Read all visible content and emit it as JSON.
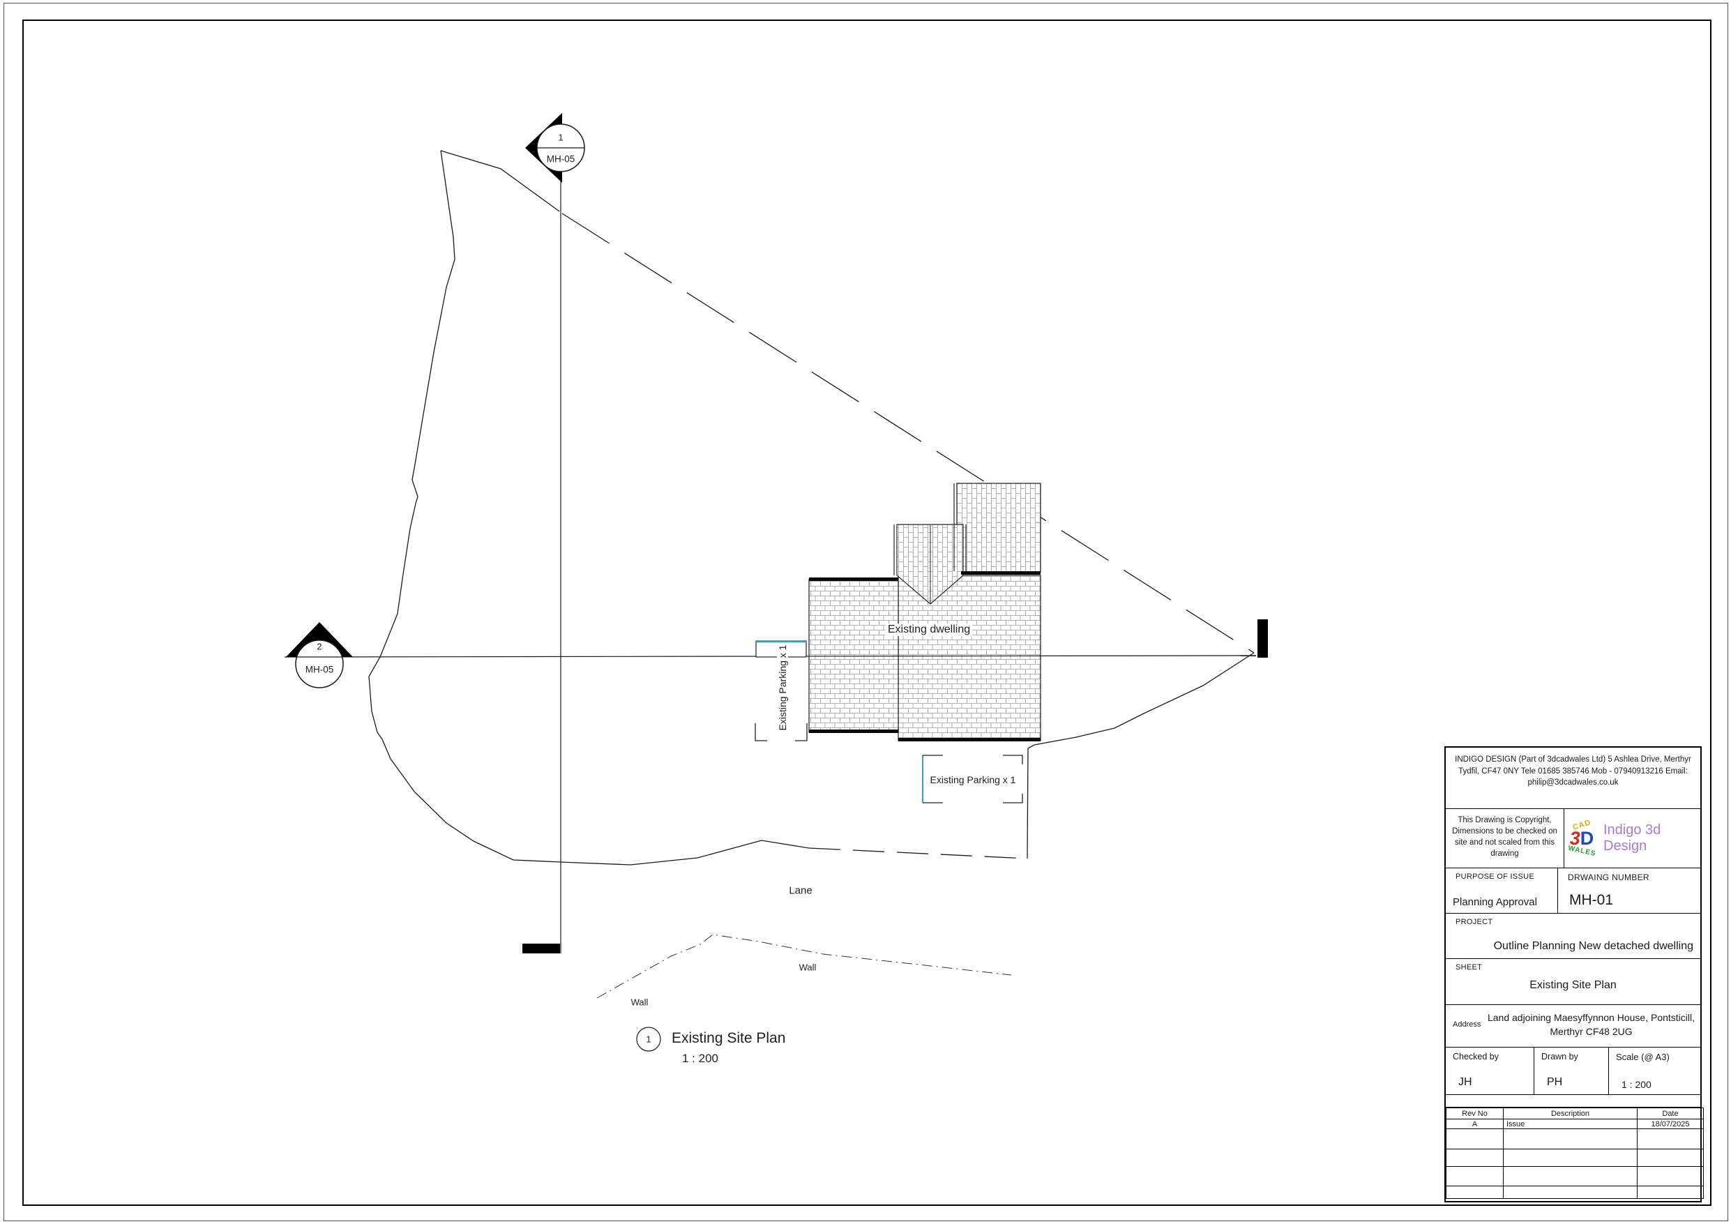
{
  "plan": {
    "view_title": {
      "number": "1",
      "name": "Existing Site Plan",
      "scale": "1 : 200"
    },
    "labels": {
      "existing_dwelling": "Existing dwelling",
      "parking_left": "Existing Parking x 1",
      "parking_right": "Existing Parking x 1",
      "lane": "Lane",
      "wall_left": "Wall",
      "wall_right": "Wall"
    },
    "section_markers": {
      "marker1": {
        "number": "1",
        "sheet": "MH-05"
      },
      "marker2": {
        "number": "2",
        "sheet": "MH-05"
      }
    }
  },
  "title_block": {
    "company_info": "INDIGO DESIGN (Part of 3dcadwales Ltd) 5 Ashlea Drive, Merthyr Tydfil, CF47 0NY Tele 01685 385746 Mob - 07940913216 Email: philip@3dcadwales.co.uk",
    "copyright_note": "This Drawing is Copyright, Dimensions to be checked on site and not scaled from this drawing",
    "logo": {
      "cad": "CAD",
      "three": "3",
      "d": "D",
      "wales": "WALES",
      "brand": "Indigo 3d Design"
    },
    "purpose_label": "PURPOSE OF ISSUE",
    "purpose_value": "Planning Approval",
    "drawing_number_label": "DRWAING NUMBER",
    "drawing_number_value": "MH-01",
    "project_label": "PROJECT",
    "project_value": "Outline Planning New detached dwelling",
    "sheet_label": "SHEET",
    "sheet_value": "Existing Site Plan",
    "address_label": "Address",
    "address_value": "Land adjoining Maesyffynnon House, Pontsticill, Merthyr CF48 2UG",
    "checked_label": "Checked by",
    "checked_value": "JH",
    "drawn_label": "Drawn by",
    "drawn_value": "PH",
    "scale_label": "Scale (@ A3)",
    "scale_value": "1 : 200",
    "revisions": {
      "headers": [
        "Rev No",
        "Description",
        "Date"
      ],
      "rows": [
        [
          "A",
          "Issue",
          "18/07/2025"
        ],
        [
          "",
          "",
          ""
        ],
        [
          "",
          "",
          ""
        ],
        [
          "",
          "",
          ""
        ],
        [
          "",
          "",
          ""
        ]
      ]
    }
  },
  "colors": {
    "line": "#1a1a1a",
    "hatch": "#9a9a9a",
    "teal_edge": "#3f9fbf",
    "brand_purple": "#a57cd5"
  }
}
